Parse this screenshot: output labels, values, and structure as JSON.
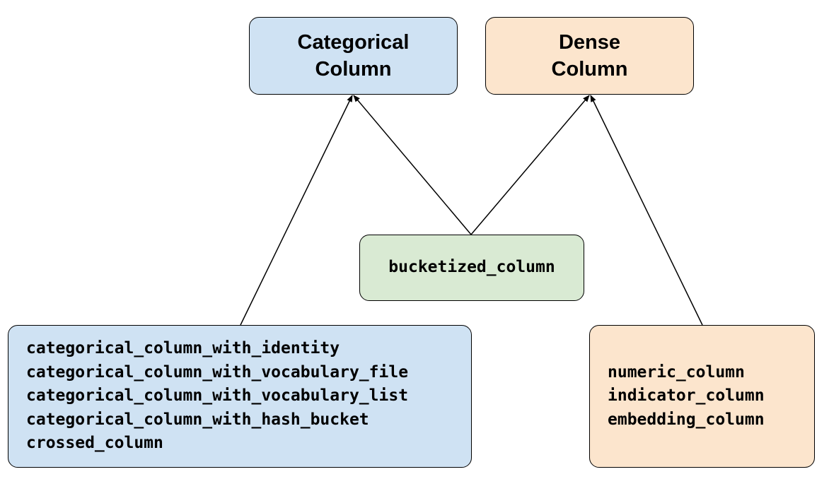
{
  "colors": {
    "categorical_fill": "#cfe2f3",
    "dense_fill": "#fce5cd",
    "bucketized_fill": "#d9ead3",
    "stroke": "#000000"
  },
  "nodes": {
    "categorical_column": {
      "lines": [
        "Categorical",
        "Column"
      ]
    },
    "dense_column": {
      "lines": [
        "Dense",
        "Column"
      ]
    },
    "bucketized_column": {
      "label": "bucketized_column"
    },
    "categorical_functions": {
      "items": [
        "categorical_column_with_identity",
        "categorical_column_with_vocabulary_file",
        "categorical_column_with_vocabulary_list",
        "categorical_column_with_hash_bucket",
        "crossed_column"
      ]
    },
    "dense_functions": {
      "items": [
        "numeric_column",
        "indicator_column",
        "embedding_column"
      ]
    }
  },
  "edges": [
    {
      "from": "categorical_functions",
      "to": "categorical_column"
    },
    {
      "from": "bucketized_column",
      "to": "categorical_column"
    },
    {
      "from": "bucketized_column",
      "to": "dense_column"
    },
    {
      "from": "dense_functions",
      "to": "dense_column"
    }
  ]
}
